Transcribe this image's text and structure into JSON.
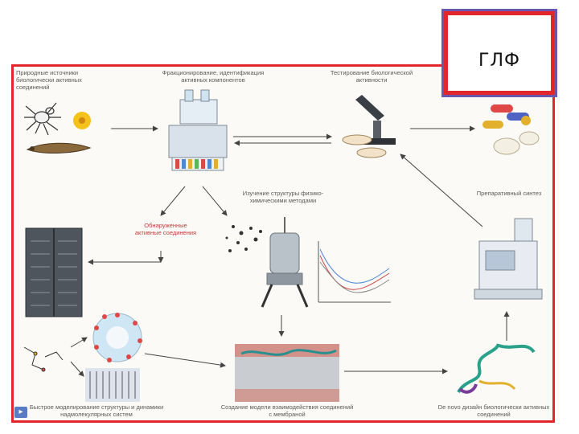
{
  "title": "ГЛФ",
  "labels": {
    "natural_sources": "Природные источники биологически активных соединений",
    "fractionation": "Фракционирование, идентификация активных компонентов",
    "bio_testing": "Тестирование биологической активности",
    "structure_study": "Изучение структуры физико-химическими методами",
    "found_compounds": "Обнаруженные активные соединения",
    "prep_synthesis": "Препаративный синтез",
    "fast_modeling": "Быстрое моделирование структуры и динамики надмолекулярных систем",
    "membrane_model": "Создание модели взаимодействия соединений с мембраной",
    "de_novo": "De novo дизайн биологически активных соединений"
  },
  "nav_symbol": "▸",
  "colors": {
    "frame": "#e3262b",
    "frame_outline": "#6b57b0",
    "arrow": "#444444",
    "label_red": "#c4373a"
  }
}
